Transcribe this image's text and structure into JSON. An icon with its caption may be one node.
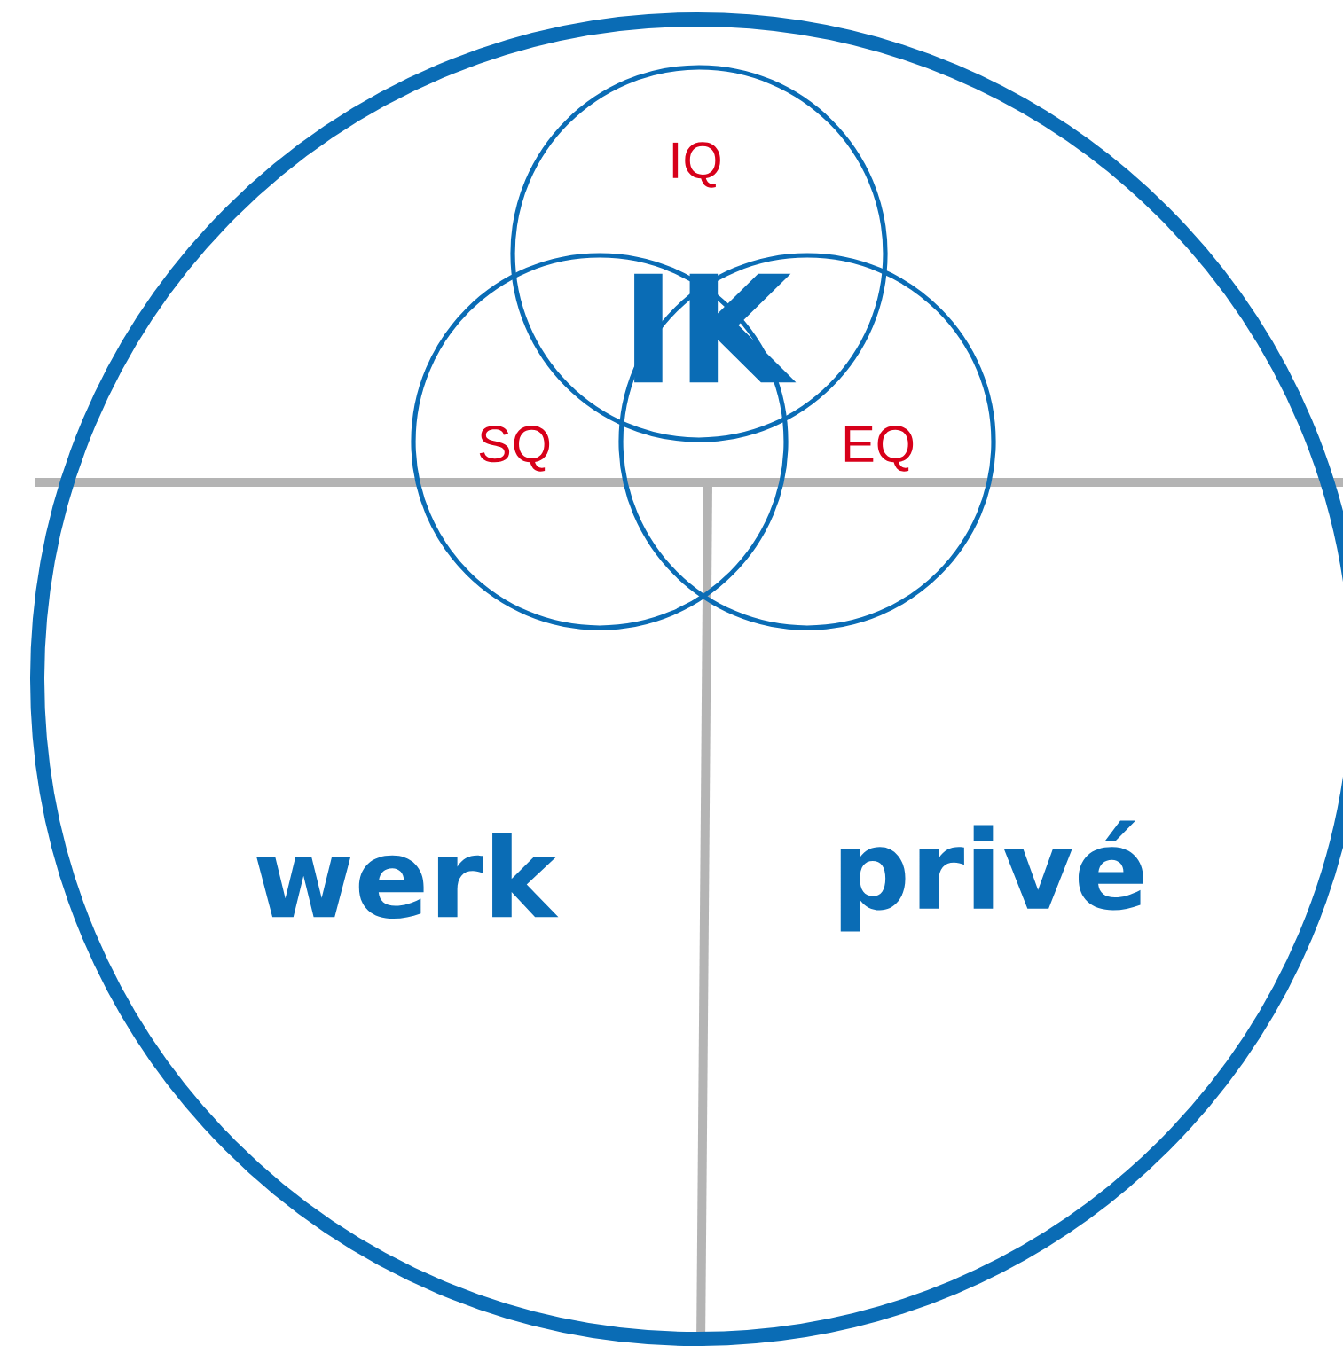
{
  "diagram": {
    "nodes": [
      {
        "text": [],
        "shape": "circle"
      },
      {
        "text": [
          "IQ"
        ],
        "in": 0
      },
      {
        "text": [
          "SQ"
        ],
        "in": 0
      },
      {
        "text": [
          "EQ"
        ],
        "in": 0
      }
    ],
    "labels": [
      "IK",
      "werk",
      "privé"
    ]
  }
}
